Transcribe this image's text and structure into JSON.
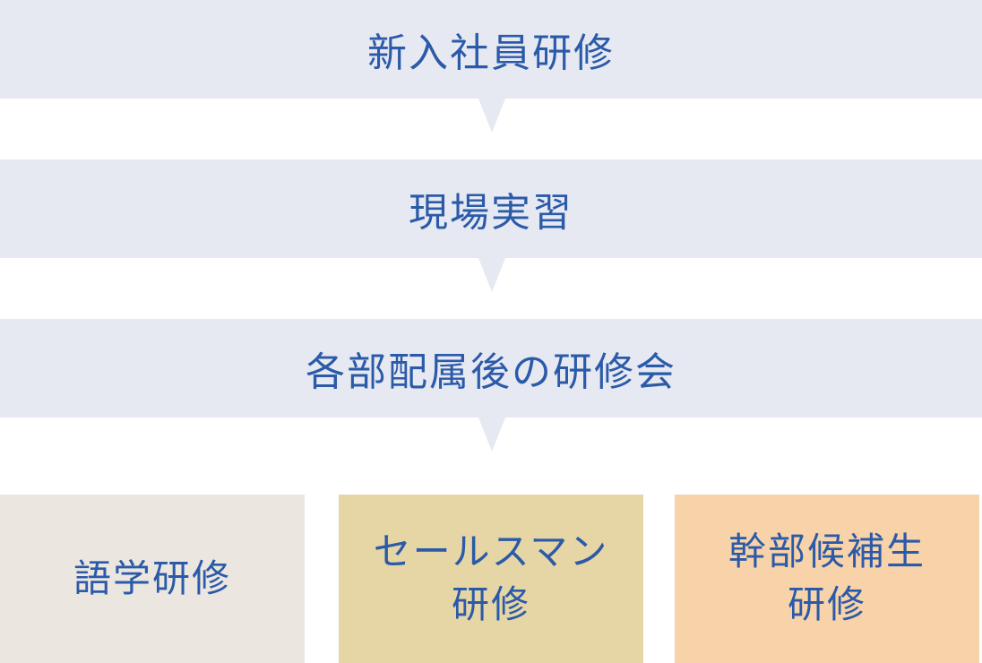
{
  "flow": {
    "steps": [
      {
        "label": "新入社員研修"
      },
      {
        "label": "現場実習"
      },
      {
        "label": "各部配属後の研修会"
      }
    ]
  },
  "programs": [
    {
      "line1": "語学研修",
      "line2": "",
      "color": "#ebe7e0"
    },
    {
      "line1": "セールスマン",
      "line2": "研修",
      "color": "#e6d6a6"
    },
    {
      "line1": "幹部候補生",
      "line2": "研修",
      "color": "#f8d2a9"
    }
  ],
  "colors": {
    "text": "#2b5aa8",
    "step_bg": "#e6e9f2"
  }
}
